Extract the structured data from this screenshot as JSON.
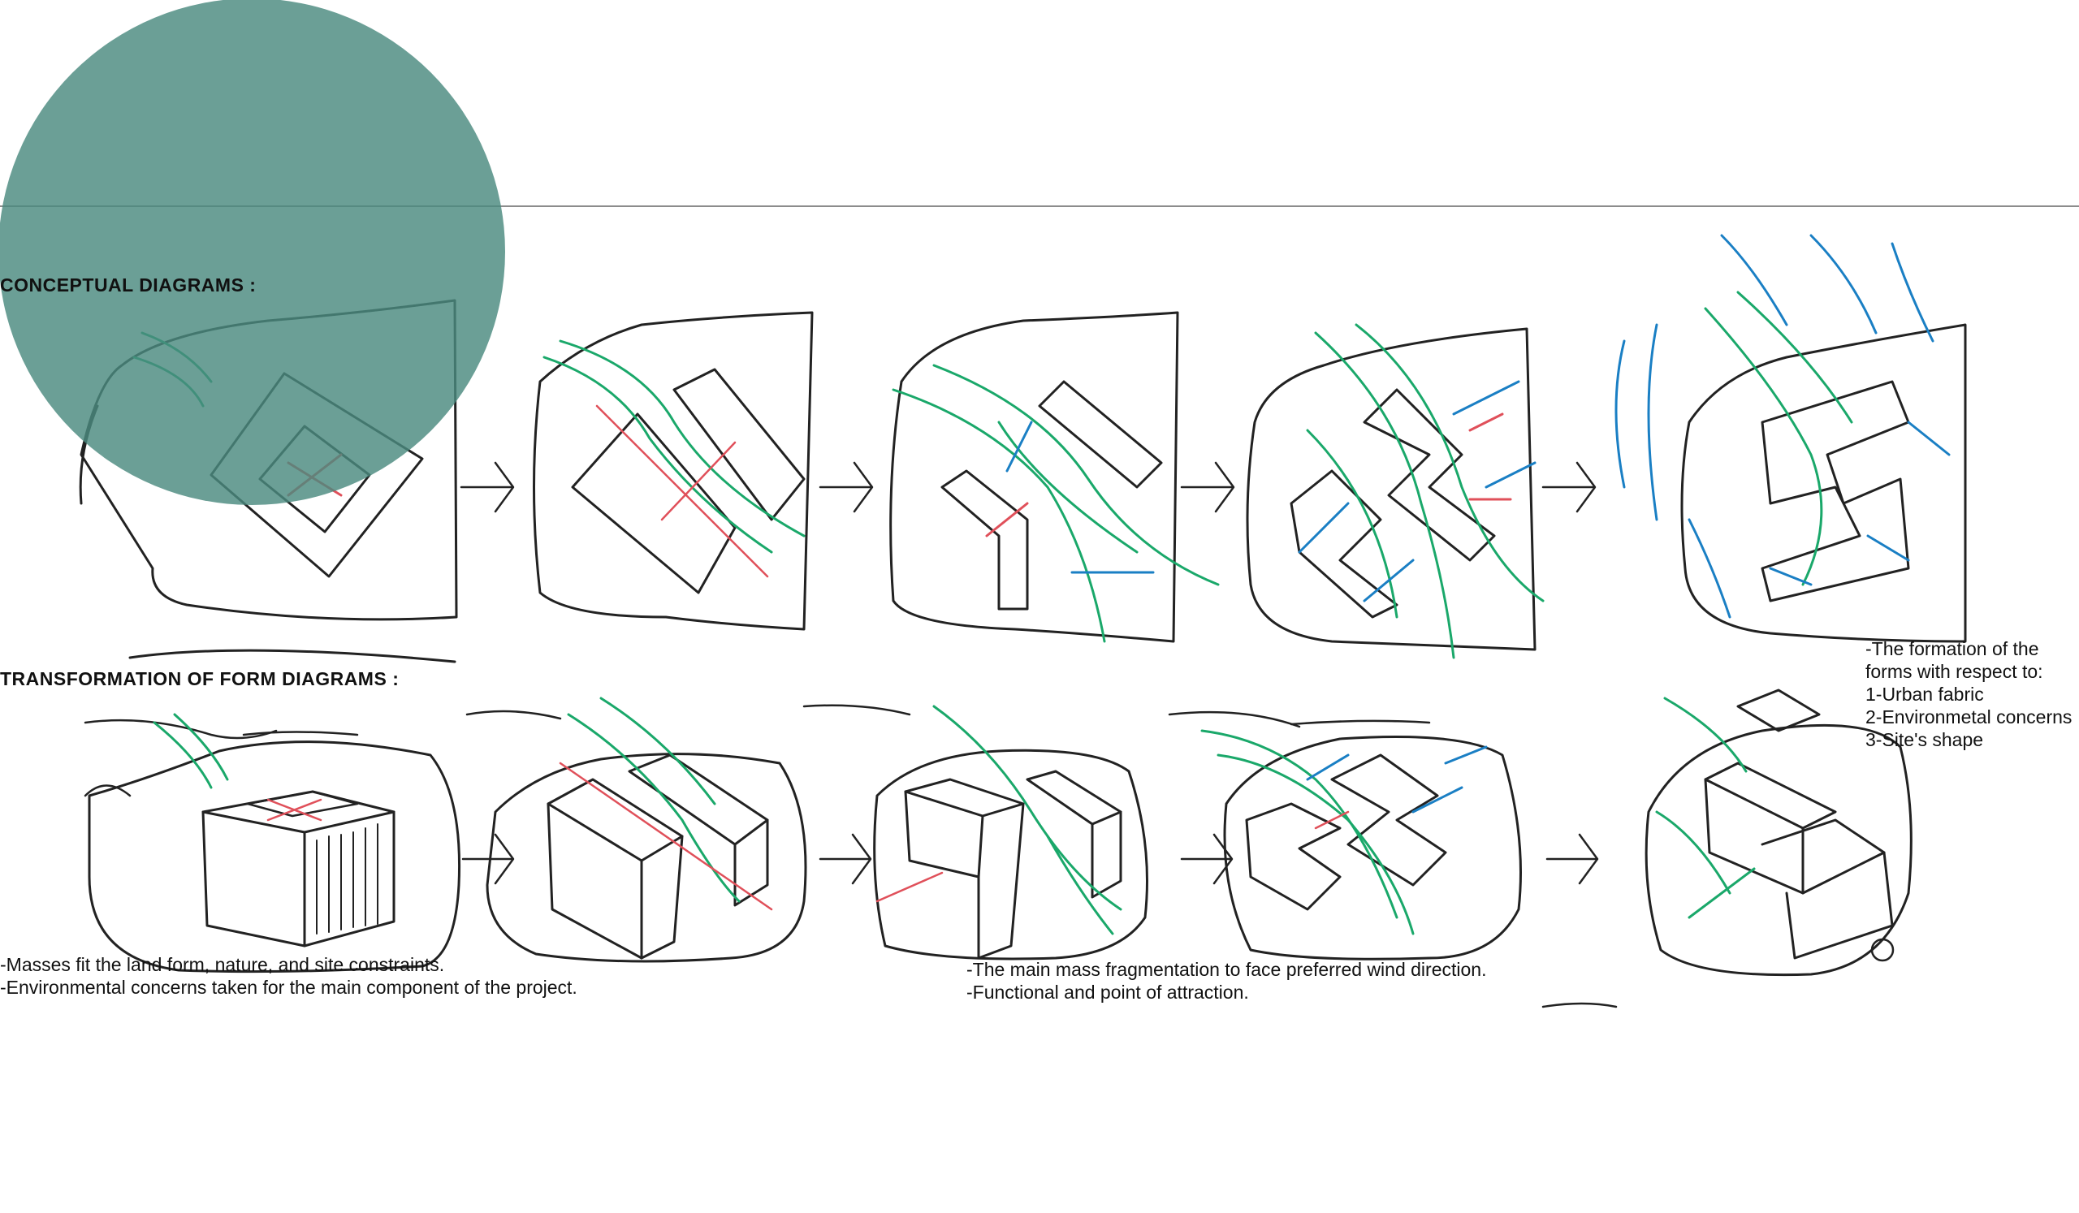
{
  "headings": {
    "conceptual": "CONCEPTUAL  DIAGRAMS :",
    "transformation": "TRANSFORMATION  OF FORM DIAGRAMS :"
  },
  "notes": {
    "formation": [
      "-The formation of the",
      "forms with respect to:",
      "1-Urban fabric",
      "2-Environmetal concerns",
      "3-Site's shape"
    ],
    "masses": [
      "-Masses fit the land form, nature, and site constraints.",
      "-Environmental concerns taken for the main component of the project."
    ],
    "main_mass": [
      "-The main mass fragmentation to face preferred wind direction.",
      "-Functional and point of attraction."
    ]
  },
  "colors": {
    "accent_circle": "#4a8a7f",
    "ink": "#222222",
    "green": "#1aa86a",
    "blue": "#1a7fc4",
    "red": "#e0505a"
  }
}
